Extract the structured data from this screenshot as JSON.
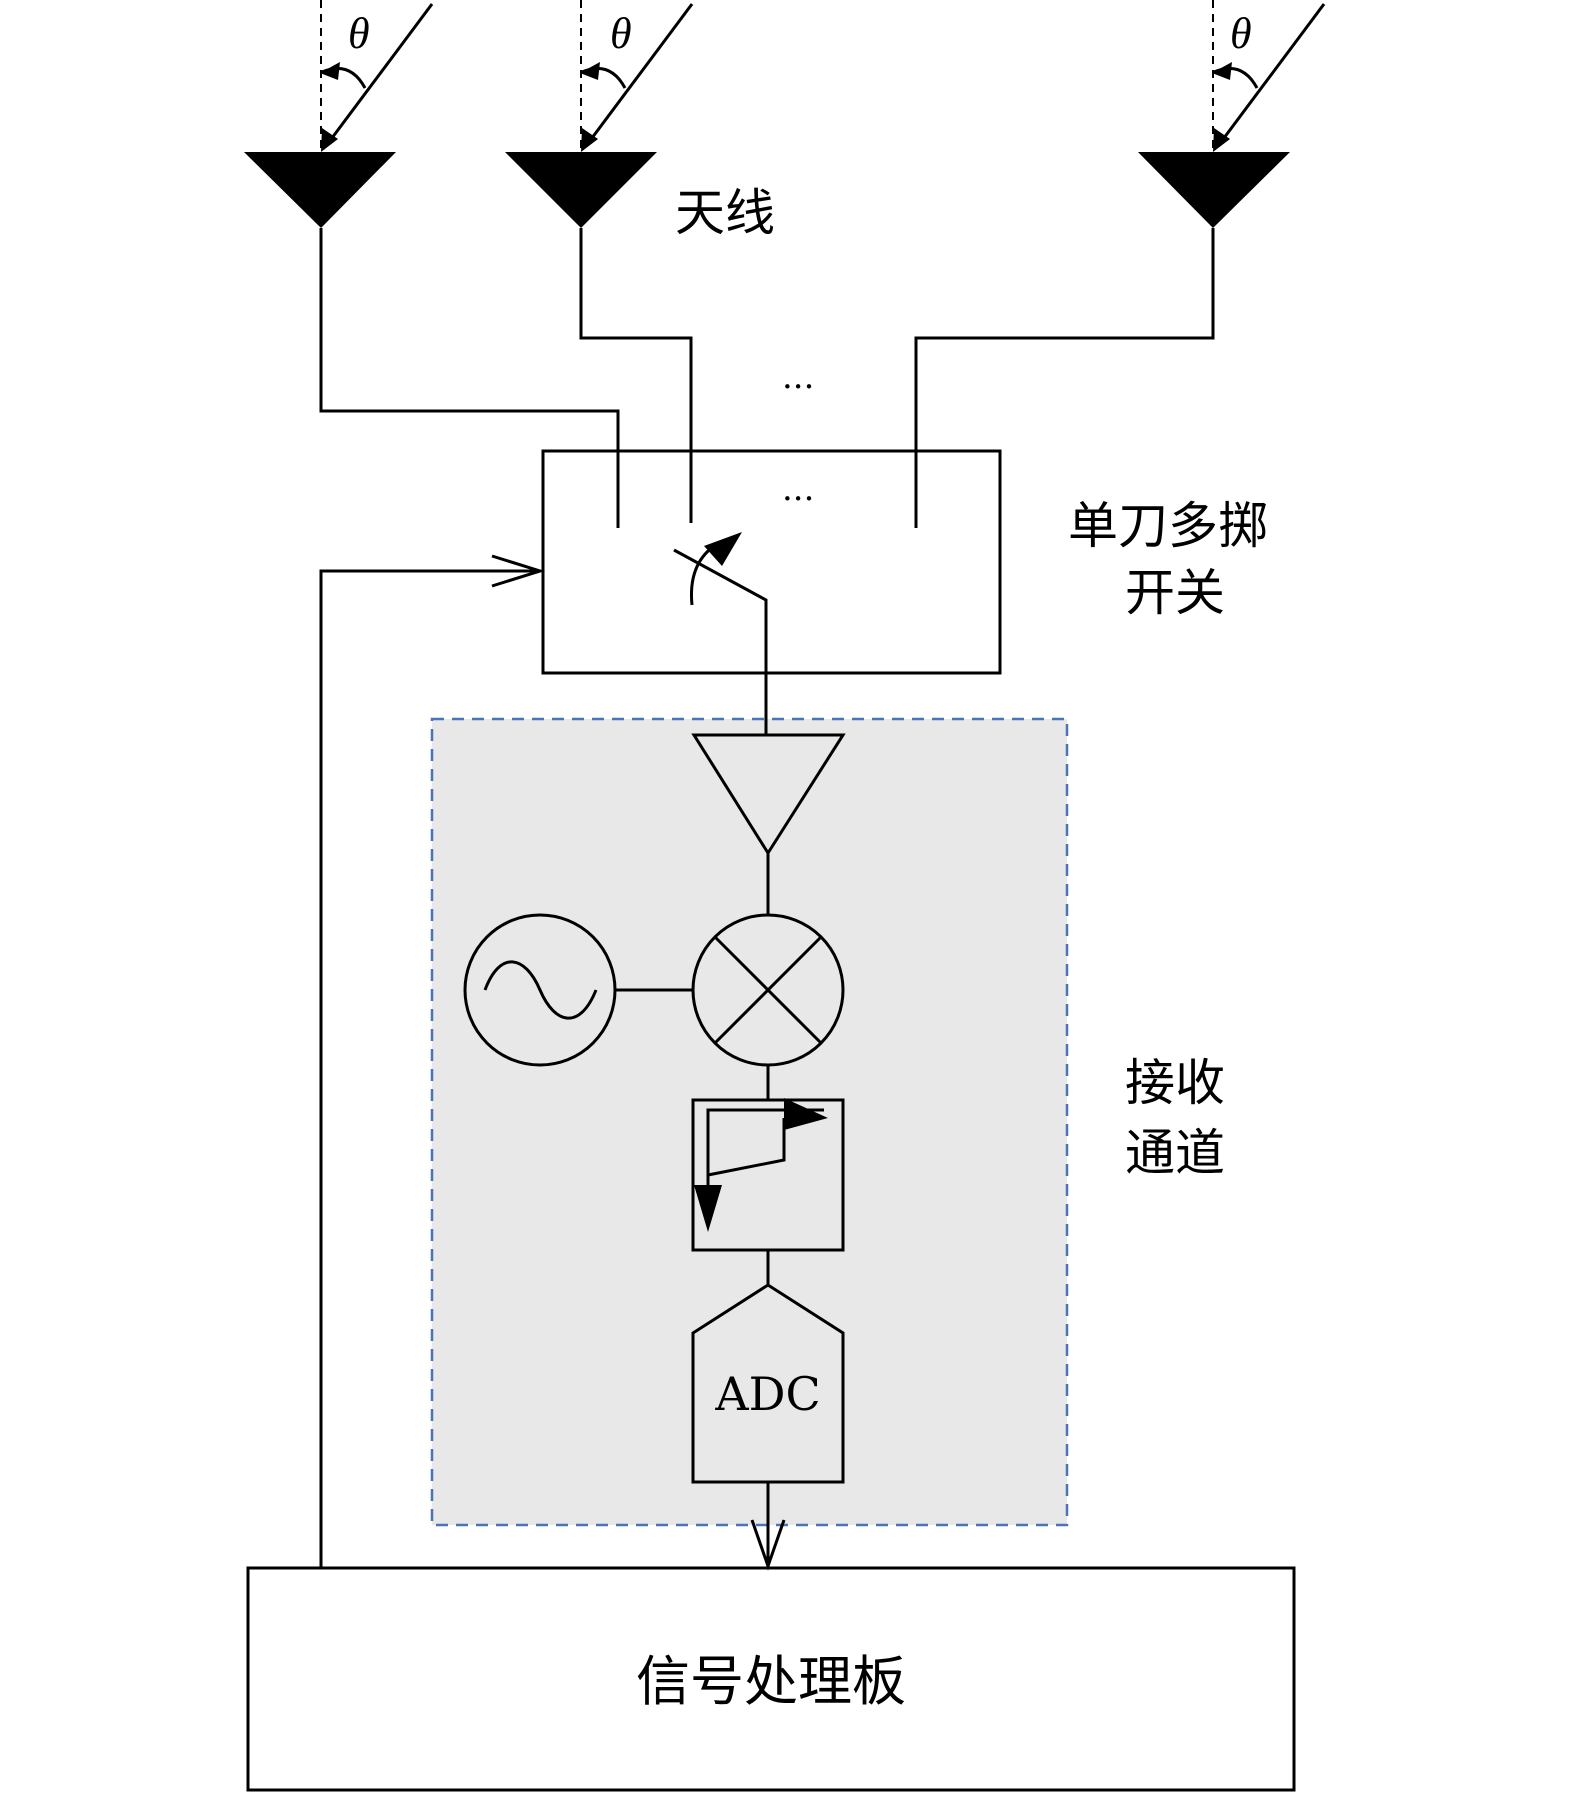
{
  "labels": {
    "antenna": "天线",
    "dots_top": "···",
    "dots_switch": "···",
    "switch_line1": "单刀多掷",
    "switch_line2": "开关",
    "channel_line1": "接收",
    "channel_line2": "通道",
    "adc": "ADC",
    "board": "信号处理板",
    "theta": "θ"
  },
  "colors": {
    "channel_fill": "#e8e8e8",
    "channel_border": "#4a74b8",
    "line": "#000000"
  }
}
